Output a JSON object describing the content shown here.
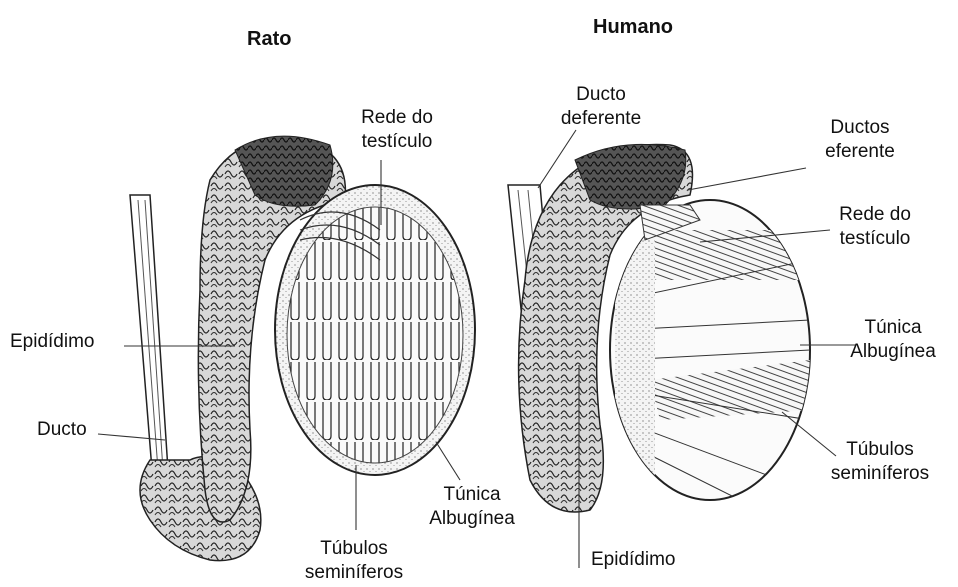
{
  "rat": {
    "title": "Rato",
    "labels": {
      "rete_testis_line1": "Rede do",
      "rete_testis_line2": "testículo",
      "epididymis": "Epidídimo",
      "duct": "Ducto",
      "tunica_line1": "Túnica",
      "tunica_line2": "Albugínea",
      "tubules_line1": "Túbulos",
      "tubules_line2": "seminíferos"
    }
  },
  "human": {
    "title": "Humano",
    "labels": {
      "vas_deferens_line1": "Ducto",
      "vas_deferens_line2": "deferente",
      "efferent_line1": "Ductos",
      "efferent_line2": "eferente",
      "rete_testis_line1": "Rede do",
      "rete_testis_line2": "testículo",
      "tunica_line1": "Túnica",
      "tunica_line2": "Albugínea",
      "tubules_line1": "Túbulos",
      "tubules_line2": "seminíferos",
      "epididymis": "Epidídimo"
    }
  }
}
